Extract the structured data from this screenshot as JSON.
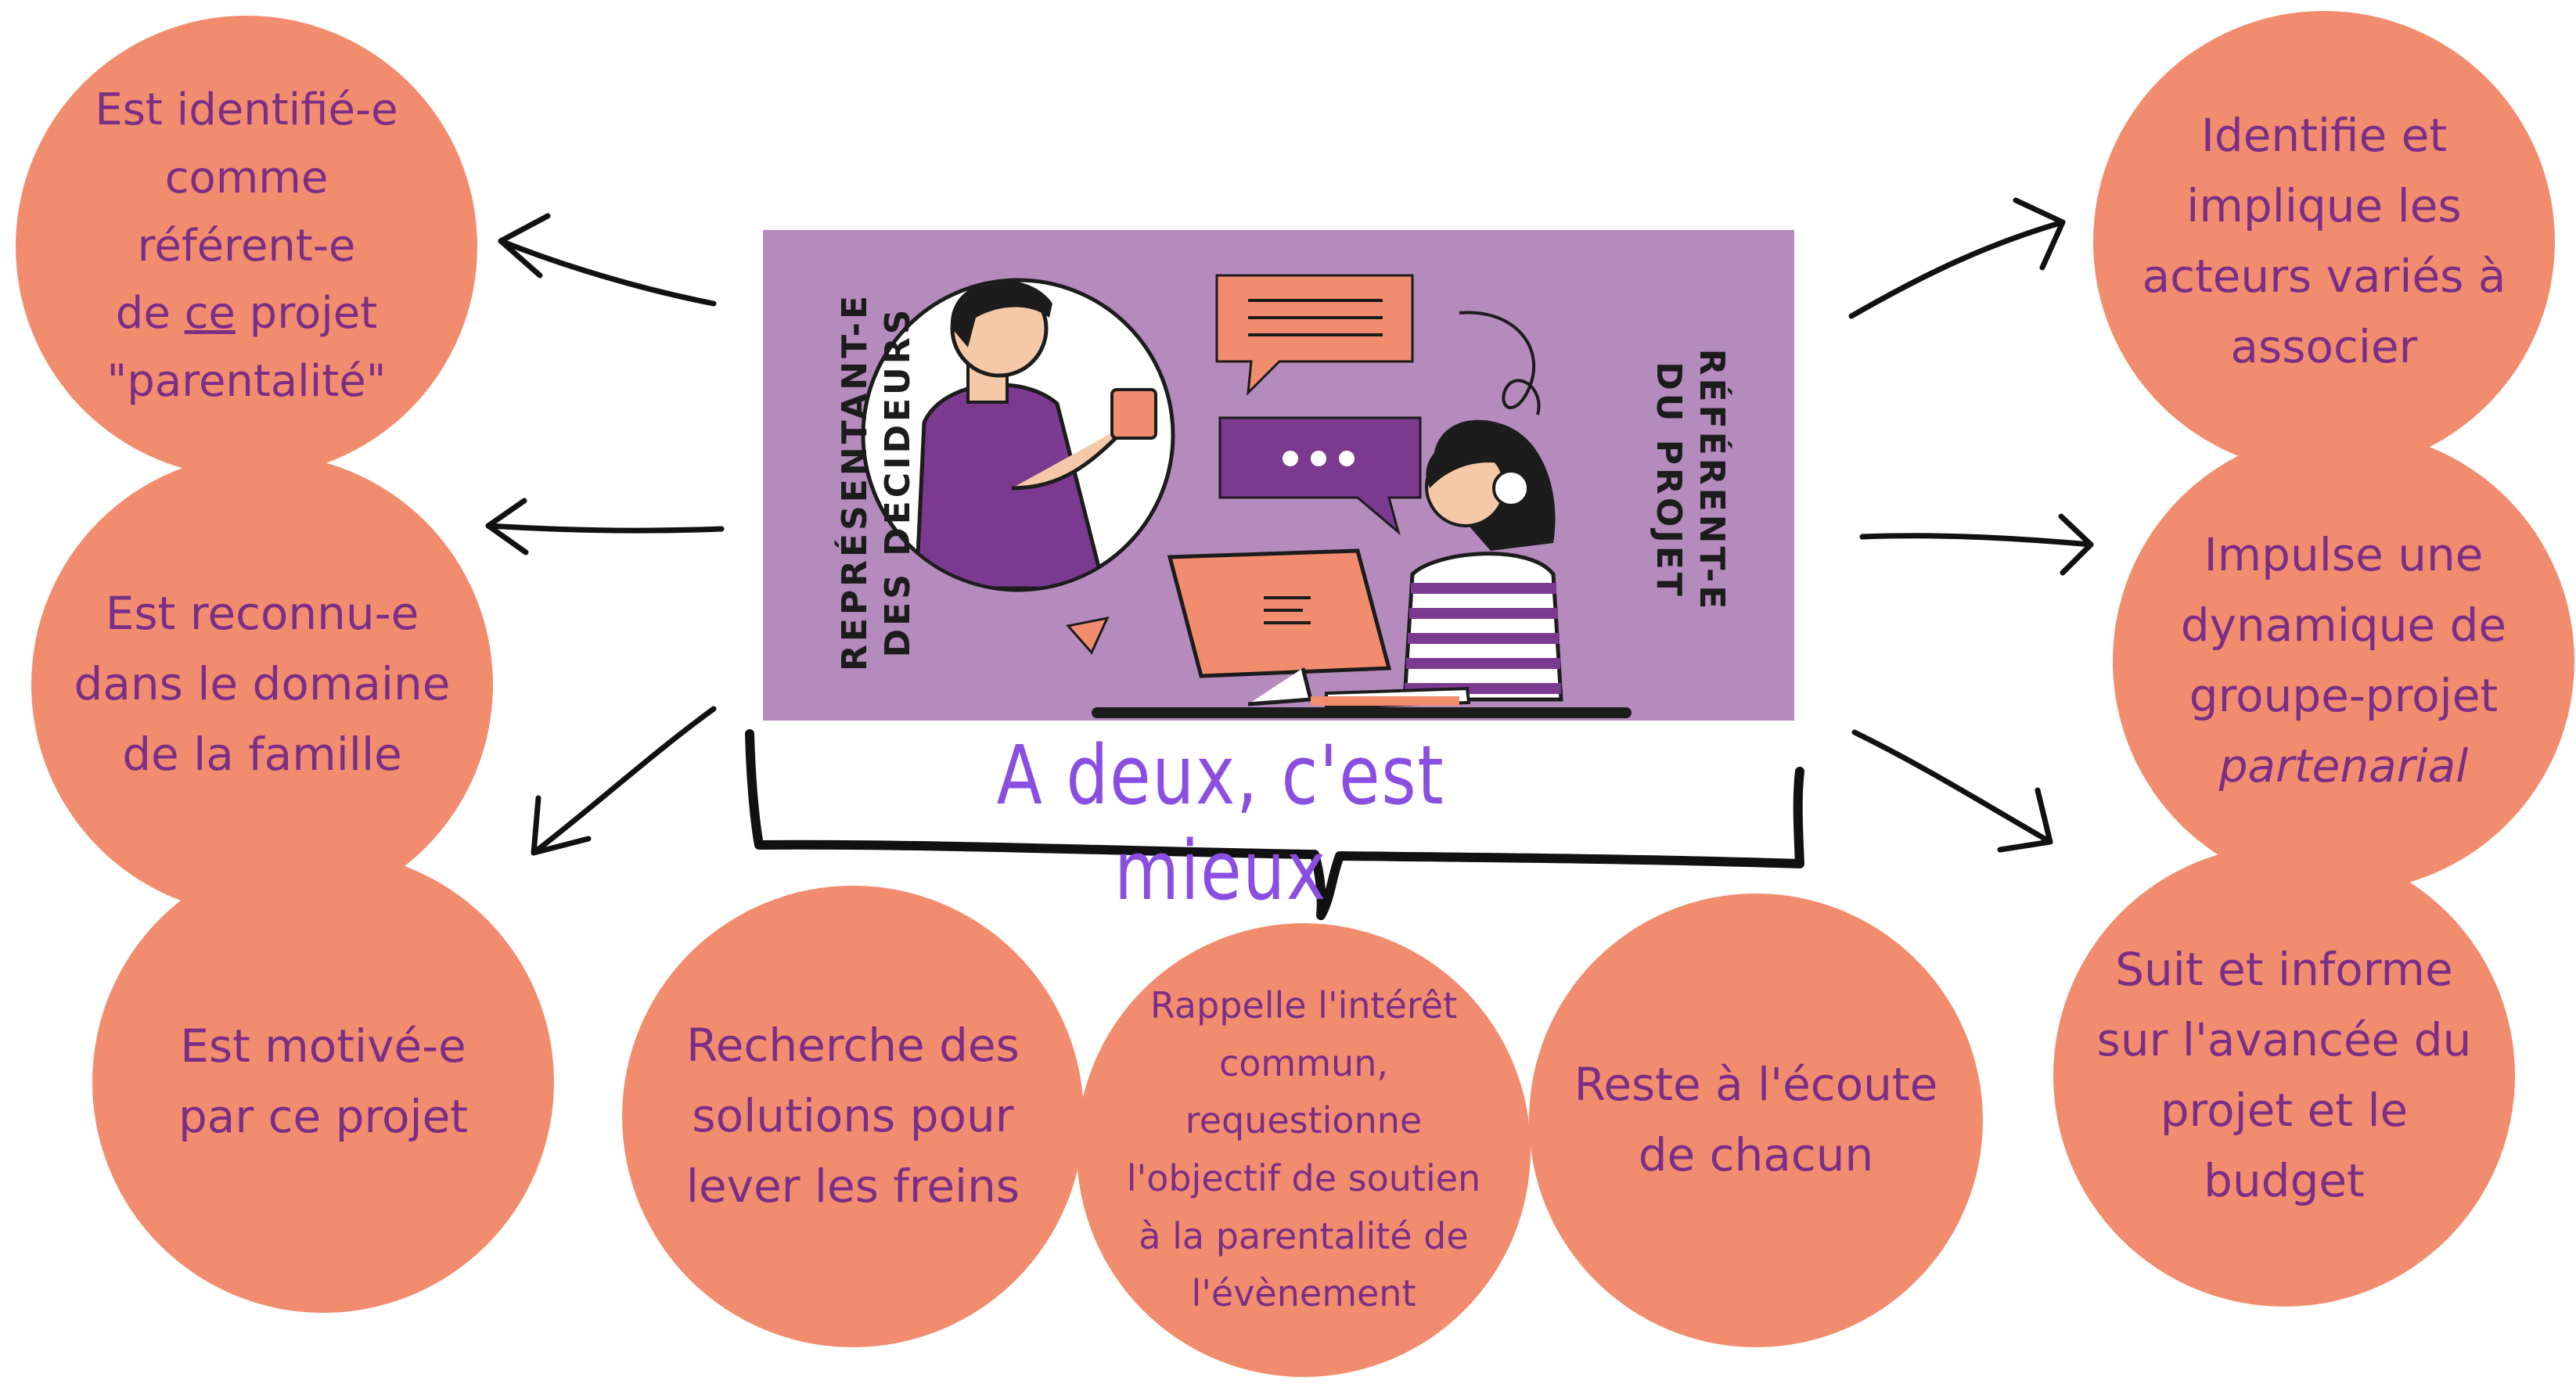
{
  "colors": {
    "circle_fill": "#f28c6e",
    "circle_text": "#7a2e86",
    "panel_bg": "#b58abd",
    "tagline": "#8a4fe0",
    "arrow": "#111111"
  },
  "center": {
    "left_label": "REPRÉSENTANT-E\nDES DECIDEURS",
    "right_label": "RÉFÉRENT-E\nDU PROJET",
    "tagline": "A deux, c'est mieux"
  },
  "left_circles": {
    "c1": {
      "before": "Est identifié-e\ncomme\nréférent-e\nde ",
      "underlined": "ce",
      "after": " projet\n\"parentalité\""
    },
    "c2": "Est reconnu-e\ndans le domaine\nde la famille",
    "c3": "Est motivé-e\npar ce projet"
  },
  "right_circles": {
    "c1": "Identifie et\nimplique les\nacteurs variés à\nassocier",
    "c2": {
      "text": "Impulse une\ndynamique de\ngroupe-projet\n",
      "italic": "partenarial"
    },
    "c3": "Suit et informe\nsur l'avancée du\nprojet et le\nbudget"
  },
  "bottom_circles": {
    "c1": "Recherche des\nsolutions pour\nlever les freins",
    "c2": "Rappelle l'intérêt\ncommun,\nrequestionne\nl'objectif de soutien\nà la parentalité de\nl'évènement",
    "c3": "Reste à l'écoute\nde chacun"
  }
}
